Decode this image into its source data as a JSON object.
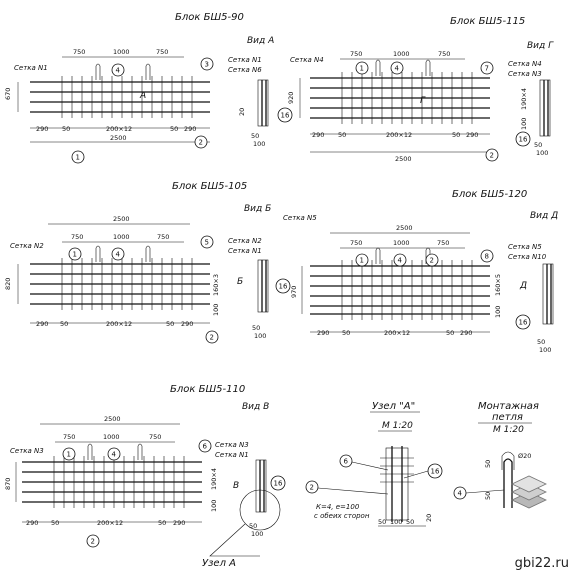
{
  "sheet": {
    "watermark": "gbi22.ru"
  },
  "blocks": [
    {
      "id": "b1",
      "title": "Блок БШ5-90",
      "view": "Вид А",
      "mesh_left": "Сетка N1",
      "mesh_right_top": "Сетка N1",
      "mesh_right_bottom": "Сетка N6",
      "overall": "2500",
      "top_dims": [
        "750",
        "1000",
        "750"
      ],
      "bottom_dims": [
        "290",
        "50",
        "200×12",
        "50",
        "290"
      ],
      "height": "670",
      "callouts": [
        "4",
        "3",
        "1",
        "2",
        "16"
      ],
      "section_letter": "А",
      "side_dims": [
        "50",
        "100"
      ],
      "right_dims": [
        "20"
      ]
    },
    {
      "id": "b2",
      "title": "Блок БШ5-115",
      "view": "Вид Г",
      "mesh_left": "Сетка N4",
      "mesh_right_top": "Сетка N4",
      "mesh_right_bottom": "Сетка N3",
      "overall": "2500",
      "top_dims": [
        "750",
        "1000",
        "750"
      ],
      "bottom_dims": [
        "290",
        "50",
        "200×12",
        "50",
        "290"
      ],
      "height": "920",
      "callouts": [
        "1",
        "4",
        "7",
        "16",
        "2"
      ],
      "section_letter": "Г",
      "side_dims": [
        "50",
        "100"
      ],
      "right_dims": [
        "190×4",
        "100"
      ]
    },
    {
      "id": "b3",
      "title": "Блок БШ5-105",
      "view": "Вид Б",
      "mesh_left": "Сетка N2",
      "mesh_right_top": "Сетка N2",
      "mesh_right_bottom": "Сетка N1",
      "overall": "2500",
      "top_dims": [
        "750",
        "1000",
        "750"
      ],
      "bottom_dims": [
        "290",
        "50",
        "200×12",
        "50",
        "290"
      ],
      "height": "820",
      "callouts": [
        "1",
        "4",
        "5",
        "16",
        "2"
      ],
      "section_letter": "Б",
      "side_dims": [
        "50",
        "100"
      ],
      "right_dims": [
        "160×3",
        "100"
      ]
    },
    {
      "id": "b4",
      "title": "Блок БШ5-120",
      "view": "Вид Д",
      "mesh_left": "Сетка N5",
      "mesh_right_top": "Сетка N5",
      "mesh_right_bottom": "Сетка N10",
      "overall": "2500",
      "top_dims": [
        "750",
        "1000",
        "750"
      ],
      "bottom_dims": [
        "290",
        "50",
        "200×12",
        "50",
        "290"
      ],
      "height": "970",
      "callouts": [
        "1",
        "4",
        "2",
        "8",
        "16"
      ],
      "section_letter": "Д",
      "side_dims": [
        "50",
        "100"
      ],
      "right_dims": [
        "160×5",
        "100"
      ]
    },
    {
      "id": "b5",
      "title": "Блок БШ5-110",
      "view": "Вид В",
      "mesh_left": "Сетка N3",
      "mesh_right_top": "Сетка N3",
      "mesh_right_bottom": "Сетка N1",
      "overall": "2500",
      "top_dims": [
        "750",
        "1000",
        "750"
      ],
      "bottom_dims": [
        "290",
        "50",
        "200×12",
        "50",
        "290"
      ],
      "height": "870",
      "callouts": [
        "1",
        "4",
        "6",
        "16",
        "2"
      ],
      "section_letter": "В",
      "side_dims": [
        "50",
        "100"
      ],
      "right_dims": [
        "190×4",
        "100"
      ]
    }
  ],
  "node_detail": {
    "title": "Узел \"А\"",
    "scale": "М 1:20",
    "note_line1": "К=4, е=100",
    "note_line2": "с обеих сторон",
    "callouts": [
      "6",
      "16",
      "2"
    ],
    "dims": [
      "50",
      "100",
      "50",
      "20"
    ],
    "leader_label": "Узел А"
  },
  "loop_detail": {
    "title_line1": "Монтажная",
    "title_line2": "петля",
    "scale": "М 1:20",
    "callout": "4",
    "dims": [
      "50",
      "Ø20",
      "50"
    ]
  }
}
